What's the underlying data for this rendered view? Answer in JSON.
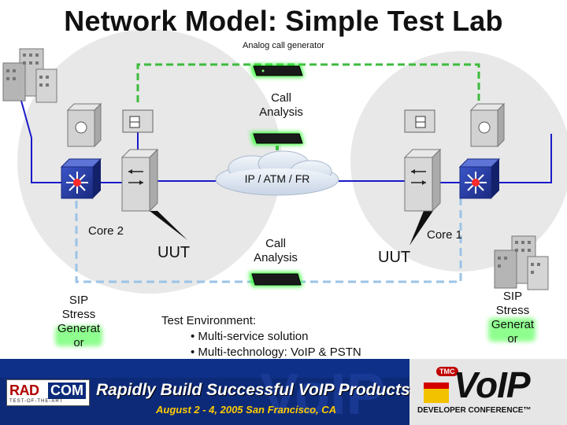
{
  "title": "Network Model: Simple Test Lab",
  "subtitle": "Analog call generator",
  "labels": {
    "call_analysis_top": [
      "Call",
      "Analysis"
    ],
    "cloud": "IP / ATM / FR",
    "core_left": "Core 2",
    "core_right": "Core 1",
    "uut_left": "UUT",
    "uut_right": "UUT",
    "call_analysis_mid": [
      "Call",
      "Analysis"
    ],
    "sip_left": [
      "SIP",
      "Stress",
      "Generat",
      "or"
    ],
    "sip_right": [
      "SIP",
      "Stress",
      "Generat",
      "or"
    ],
    "test_env_title": "Test Environment:",
    "test_env_items": [
      "• Multi-service solution",
      "• Multi-technology: VoIP & PSTN"
    ]
  },
  "banner": {
    "rad_logo_left": "RAD",
    "rad_logo_right": "COM",
    "rad_tagline": "TEST-OF-THE-ART",
    "headline": "Rapidly Build Successful VoIP Products",
    "event_dates": "August 2 - 4, 2005 San Francisco, CA",
    "tmc": "TMC",
    "voip": "VoIP",
    "conference": "DEVELOPER CONFERENCE™"
  },
  "colors": {
    "link_blue": "#1a1acc",
    "dashed_green": "#3dbb3d",
    "dashed_blue": "#9bc3e6",
    "glow_green": "#33ff33",
    "banner_bg": "#0d2a78",
    "circle_gray": "#e6e6e6"
  }
}
